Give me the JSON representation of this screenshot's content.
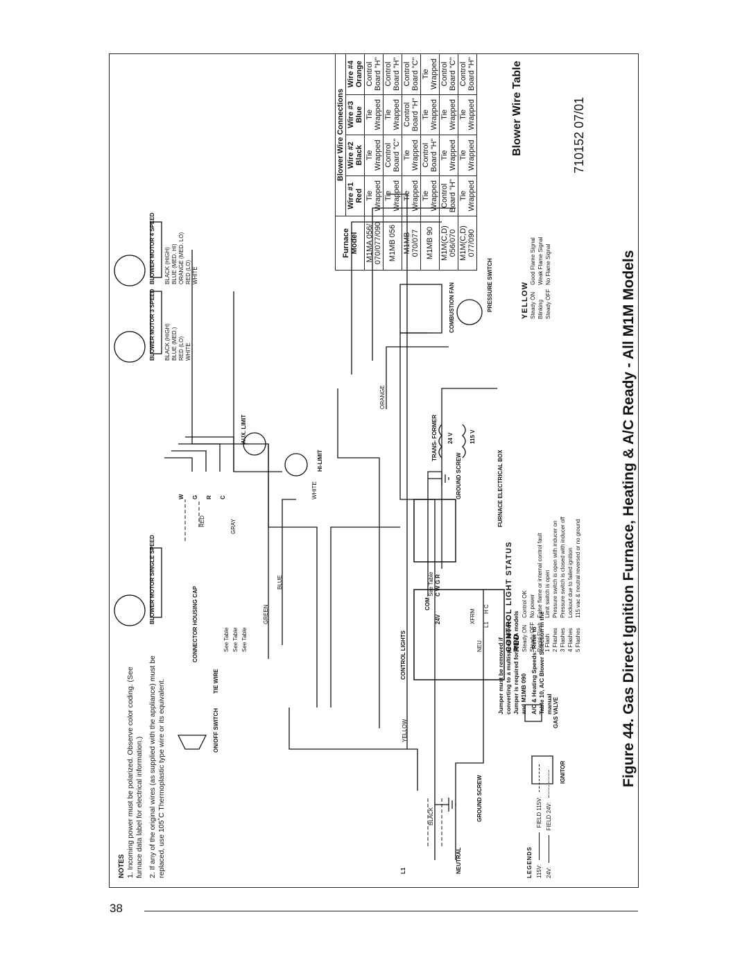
{
  "page_number": "38",
  "figure_title": "Figure 44. Gas Direct Ignition Furnace, Heating & A/C Ready - All M1M Models",
  "doc_number": "710152  07/01",
  "notes": {
    "heading": "NOTES",
    "items": [
      "1.  Incoming power must be polarized. Observe color coding. (See furnace data label for electrical information.)",
      "2.  If any of the original wires (as supplied with the appliance) must be replaced, use 105˚C Thermoplastic type wire or its equivalent."
    ]
  },
  "legends": {
    "heading": "LEGENDS",
    "items": [
      {
        "left": "115V:",
        "right": "FIELD 115V:"
      },
      {
        "left": "24V:",
        "right": "FIELD 24V:"
      }
    ]
  },
  "labels": {
    "l1": "L1",
    "neutral": "NEUTRAL",
    "ground_screw": "GROUND SCREW",
    "on_off_switch": "ON/OFF SWITCH",
    "tie_wire": "TIE WIRE",
    "connector_housing_cap": "CONNECTOR HOUSING CAP",
    "see_table_1": "See Table",
    "see_table_2": "See Table",
    "see_table_3": "See Table",
    "see_table_4": "See Table",
    "blower_single": "BLOWER MOTOR SINGLE SPEED",
    "blower_3": "BLOWER MOTOR 3 SPEED",
    "blower_4": "BLOWER MOTOR 4 SPEED",
    "aux_limit": "AUX. LIMIT",
    "hi_limit": "HI-LIMIT",
    "trans_former": "TRANS- FORMER",
    "v24": "24 V",
    "v115": "115 V",
    "ground_screw_2": "GROUND SCREW",
    "furnace_electrical_box": "FURNACE ELECTRICAL BOX",
    "combustion_fan": "COMBUSTION FAN",
    "pressure_switch": "PRESSURE SWITCH",
    "control_lights": "CONTROL LIGHTS",
    "com": "COM",
    "cwgr": "C W G R",
    "v24b": "24V",
    "gas_valve": "GAS VALVE",
    "ignitor": "IGNITOR",
    "xfrm": "XFRM",
    "neu": "NEU",
    "hc": "H C",
    "l1b": "L1"
  },
  "wire_colors": {
    "black": "BLACK",
    "white": "WHITE",
    "yellow": "YELLOW",
    "green": "GREEN",
    "blue": "BLUE",
    "red": "RED",
    "gray": "GRAY",
    "orange": "ORANGE"
  },
  "terminals": [
    "W",
    "G",
    "R",
    "C"
  ],
  "blower_3_wires": [
    "BLACK (HIGH)",
    "BLUE (MED.)",
    "RED (LO)",
    "WHITE"
  ],
  "blower_4_wires": [
    "BLACK (HIGH)",
    "BLUE (MED. HI)",
    "ORANGE (MED. LO)",
    "RED (LO)",
    "WHITE"
  ],
  "jumper_note": [
    "Jumper must be removed if converting to a multispeed blower.",
    "Jumper is required for M1MA models and M1MB 090",
    "A/C & Heating Speeds: Refer to Table 10, A/C Blower Selection in the manual"
  ],
  "control_status": {
    "heading": "CONTROL LIGHT STATUS",
    "red_heading": "RED",
    "red_rows": [
      [
        "Steady ON",
        "Control OK"
      ],
      [
        "Steady OFF",
        "No power"
      ],
      [
        "Rapid Flash",
        "False flame or internal control fault"
      ],
      [
        "1 Flash",
        "Limit switch is open"
      ],
      [
        "2 Flashes",
        "Pressure switch is open with inducer on"
      ],
      [
        "3 Flashes",
        "Pressure switch is closed with inducer off"
      ],
      [
        "4 Flashes",
        "Lockout due to failed ignition"
      ],
      [
        "5 Flashes",
        "115 vac & neutral reversed or no ground"
      ]
    ],
    "yellow_heading": "YELLOW",
    "yellow_rows": [
      [
        "Steady ON",
        "Good Flame Signal"
      ],
      [
        "Blinking",
        "Weak Flame Signal"
      ],
      [
        "Steady OFF",
        "No Flame Signal"
      ]
    ]
  },
  "blower_table": {
    "title": "Blower Wire Table",
    "group_header": "Blower Wire Connections",
    "col_headers": [
      {
        "top": "Furnace",
        "bottom": "Model"
      },
      {
        "top": "Wire #1",
        "bottom": "Red"
      },
      {
        "top": "Wire #2",
        "bottom": "Black"
      },
      {
        "top": "Wire #3",
        "bottom": "Blue"
      },
      {
        "top": "Wire #4",
        "bottom": "Orange"
      }
    ],
    "rows": [
      [
        "M1MA 056/ 070/077/090",
        "Tie Wrapped",
        "Tie Wrapped",
        "Tie Wrapped",
        "Control Board \"H\""
      ],
      [
        "M1MB 056",
        "Tie Wrapped",
        "Control Board \"C\"",
        "Tie Wrapped",
        "Control Board \"H\""
      ],
      [
        "M1MB 070/077",
        "Tie Wrapped",
        "Tie Wrapped",
        "Control Board \"H\"",
        "Control Board \"C\""
      ],
      [
        "M1MB 90",
        "Tie Wrapped",
        "Control Board \"H\"",
        "Tie Wrapped",
        "Tie Wrapped"
      ],
      [
        "M1M(C,D) 056/070",
        "Control Board \"H\"",
        "Tie Wrapped",
        "Tie Wrapped",
        "Control Board \"C\""
      ],
      [
        "M1M(C,D) 077/090",
        "Tie Wrapped",
        "Tie Wrapped",
        "Tie Wrapped",
        "Control Board \"H\""
      ]
    ]
  }
}
